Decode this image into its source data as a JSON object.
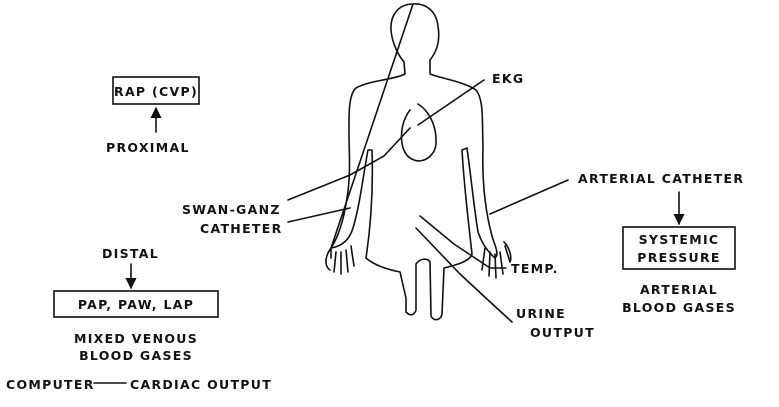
{
  "labels": {
    "ekg": "EKG",
    "rap": "RAP (CVP)",
    "proximal": "PROXIMAL",
    "swan_ganz_1": "SWAN-GANZ",
    "swan_ganz_2": "CATHETER",
    "distal": "DISTAL",
    "pap": "PAP, PAW, LAP",
    "mixed_venous_1": "MIXED VENOUS",
    "mixed_venous_2": "BLOOD GASES",
    "computer": "COMPUTER",
    "cardiac_output": "CARDIAC OUTPUT",
    "arterial_catheter": "ARTERIAL CATHETER",
    "systemic_1": "SYSTEMIC",
    "systemic_2": "PRESSURE",
    "arterial_blood_1": "ARTERIAL",
    "arterial_blood_2": "BLOOD GASES",
    "temp": "TEMP.",
    "urine_1": "URINE",
    "urine_2": "OUTPUT"
  }
}
